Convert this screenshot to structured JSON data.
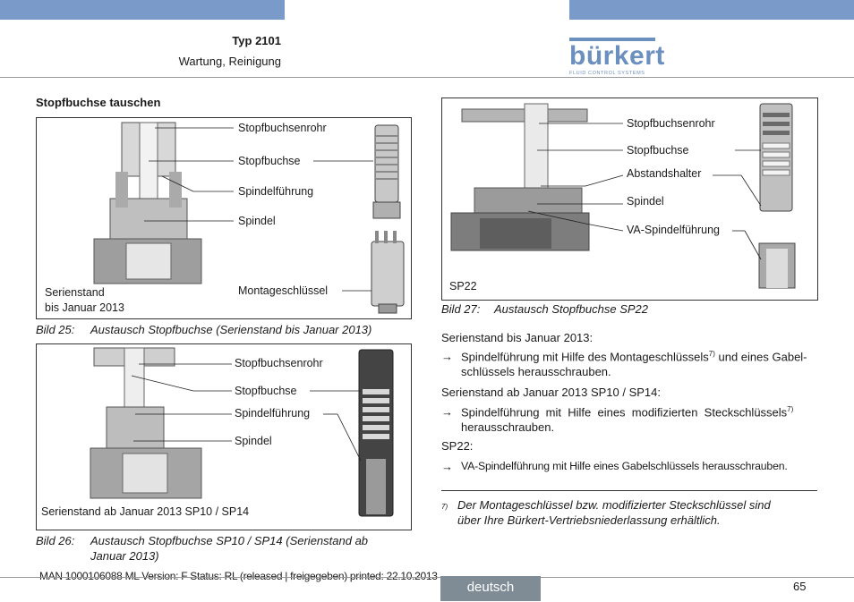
{
  "header": {
    "type": "Typ 2101",
    "subtitle": "Wartung, Reinigung",
    "logo_main": "bürkert",
    "logo_sub": "FLUID CONTROL SYSTEMS"
  },
  "section_title": "Stopfbuchse tauschen",
  "fig25": {
    "labels": [
      "Stopfbuchsenrohr",
      "Stopfbuchse",
      "Spindelführung",
      "Spindel",
      "Montageschlüssel"
    ],
    "state_line1": "Serienstand",
    "state_line2": "bis Januar 2013",
    "caption_num": "Bild 25:",
    "caption_text": "Austausch Stopfbuchse (Serienstand bis Januar 2013)"
  },
  "fig26": {
    "labels": [
      "Stopfbuchsenrohr",
      "Stopfbuchse",
      "Spindelführung",
      "Spindel"
    ],
    "state": "Serienstand ab Januar 2013 SP10 / SP14",
    "caption_num": "Bild 26:",
    "caption_text_1": "Austausch Stopfbuchse SP10 / SP14 (Serienstand ab",
    "caption_text_2": "Januar 2013)"
  },
  "fig27": {
    "labels": [
      "Stopfbuchsenrohr",
      "Stopfbuchse",
      "Abstandshalter",
      "Spindel",
      "VA-Spindelführung"
    ],
    "state": "SP22",
    "caption_num": "Bild 27:",
    "caption_text": "Austausch Stopfbuchse SP22"
  },
  "instructions": {
    "p1": "Serienstand bis Januar 2013:",
    "s1a": "Spindelführung mit Hilfe des Montageschlüssels",
    "s1_sup": "7)",
    "s1b": " und eines Gabel-",
    "s1c": "schlüssels herausschrauben.",
    "p2": "Serienstand ab Januar 2013 SP10 / SP14:",
    "s2a": "Spindelführung  mit  Hilfe  eines  modifizierten  Steckschlüssels",
    "s2_sup": "7)",
    "s2b": "herausschrauben.",
    "p3": "SP22:",
    "s3": "VA-Spindelführung mit Hilfe eines Gabelschlüssels herausschrauben.",
    "arrow": "→"
  },
  "footnote": {
    "mark": "7)",
    "line1": "Der Montageschlüssel bzw. modifizierter Steckschlüssel sind",
    "line2": "über Ihre Bürkert-Vertriebsniederlassung erhältlich."
  },
  "footer": {
    "status": "MAN  1000106088  ML  Version: F Status: RL (released | freigegeben)  printed: 22.10.2013",
    "language": "deutsch",
    "page": "65"
  }
}
